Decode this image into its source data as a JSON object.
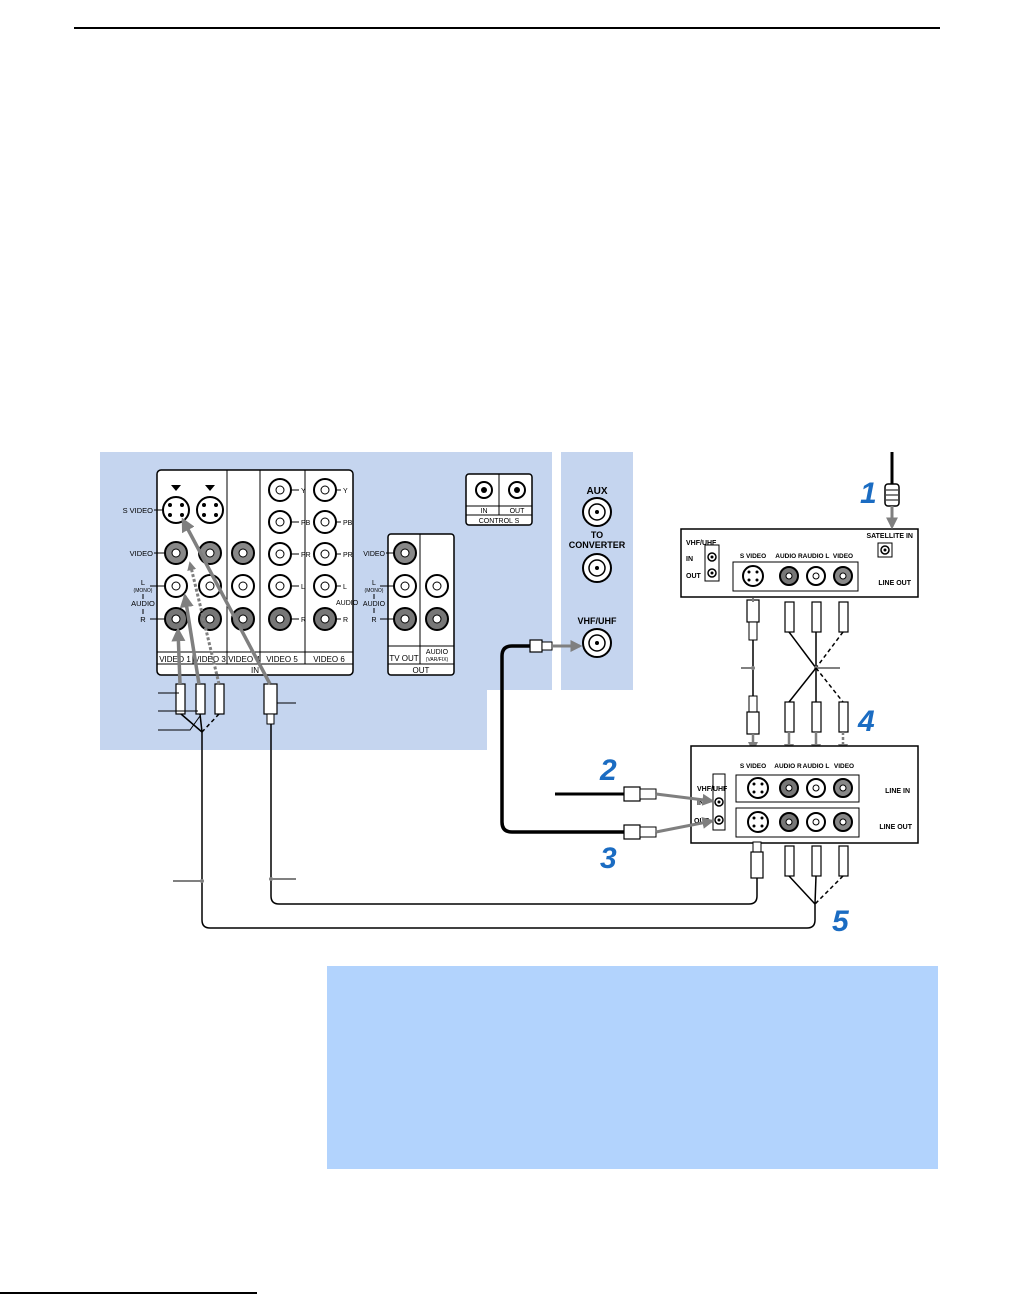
{
  "tv_panel": {
    "jacks": {
      "s_video": "S VIDEO",
      "video": "VIDEO",
      "audio_l": "L",
      "mono": "(MONO)",
      "audio": "AUDIO",
      "audio_r": "R",
      "y": "Y",
      "pb": "PB",
      "pr": "PR",
      "l": "L",
      "r": "R"
    },
    "inputs": {
      "video1": "VIDEO 1",
      "video3": "VIDEO 3",
      "video4": "VIDEO 4",
      "video5": "VIDEO 5",
      "video6": "VIDEO 6",
      "in": "IN"
    },
    "out_section": {
      "video": "VIDEO",
      "l": "L",
      "mono": "(MONO)",
      "audio": "AUDIO",
      "r": "R",
      "tv_out": "TV OUT",
      "audio_out": "AUDIO",
      "var_fix": "(VAR/FIX)",
      "out": "OUT"
    },
    "control_s": {
      "in": "IN",
      "out": "OUT",
      "label": "CONTROL S"
    },
    "rf": {
      "aux": "AUX",
      "to": "TO",
      "converter": "CONVERTER",
      "vhf_uhf": "VHF/UHF"
    }
  },
  "satellite_receiver": {
    "vhf_uhf": "VHF/UHF",
    "in": "IN",
    "out": "OUT",
    "satellite_in": "SATELLITE IN",
    "s_video": "S VIDEO",
    "audio_r": "AUDIO R",
    "audio_l": "AUDIO L",
    "video": "VIDEO",
    "line_out": "LINE OUT"
  },
  "vcr": {
    "s_video": "S VIDEO",
    "audio_r": "AUDIO R",
    "audio_l": "AUDIO L",
    "video": "VIDEO",
    "vhf_uhf": "VHF/UHF",
    "in": "IN",
    "out": "OUT",
    "line_in": "LINE IN",
    "line_out": "LINE OUT"
  },
  "steps": [
    "1",
    "2",
    "3",
    "4",
    "5"
  ],
  "colors": {
    "panel_blue": "#c5d5ef",
    "note_blue": "#b2d3fd",
    "cable_gray": "#7f7f7f",
    "step_blue": "#1b6cc2"
  }
}
